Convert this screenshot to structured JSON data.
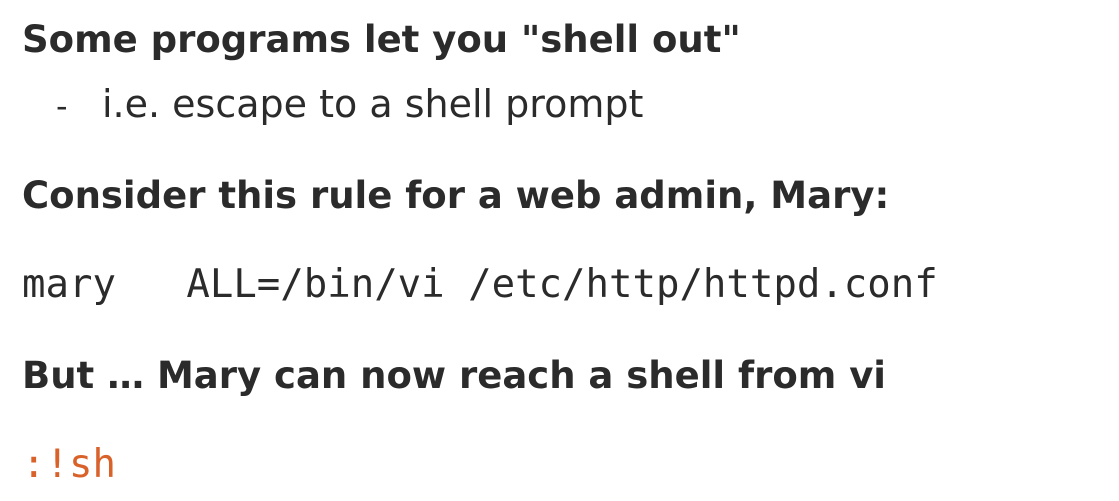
{
  "slide": {
    "lines": [
      "Some programs let you \"shell out\"",
      "Consider this rule for a web admin, Mary:",
      "But … Mary can now reach a shell from vi"
    ],
    "bullet": {
      "marker": "-",
      "text": "i.e. escape to a shell prompt"
    },
    "code_rule": "mary   ALL=/bin/vi /etc/http/httpd.conf",
    "code_shell": ":!sh",
    "colors": {
      "text": "#2b2b2b",
      "accent": "#d9622b"
    }
  }
}
